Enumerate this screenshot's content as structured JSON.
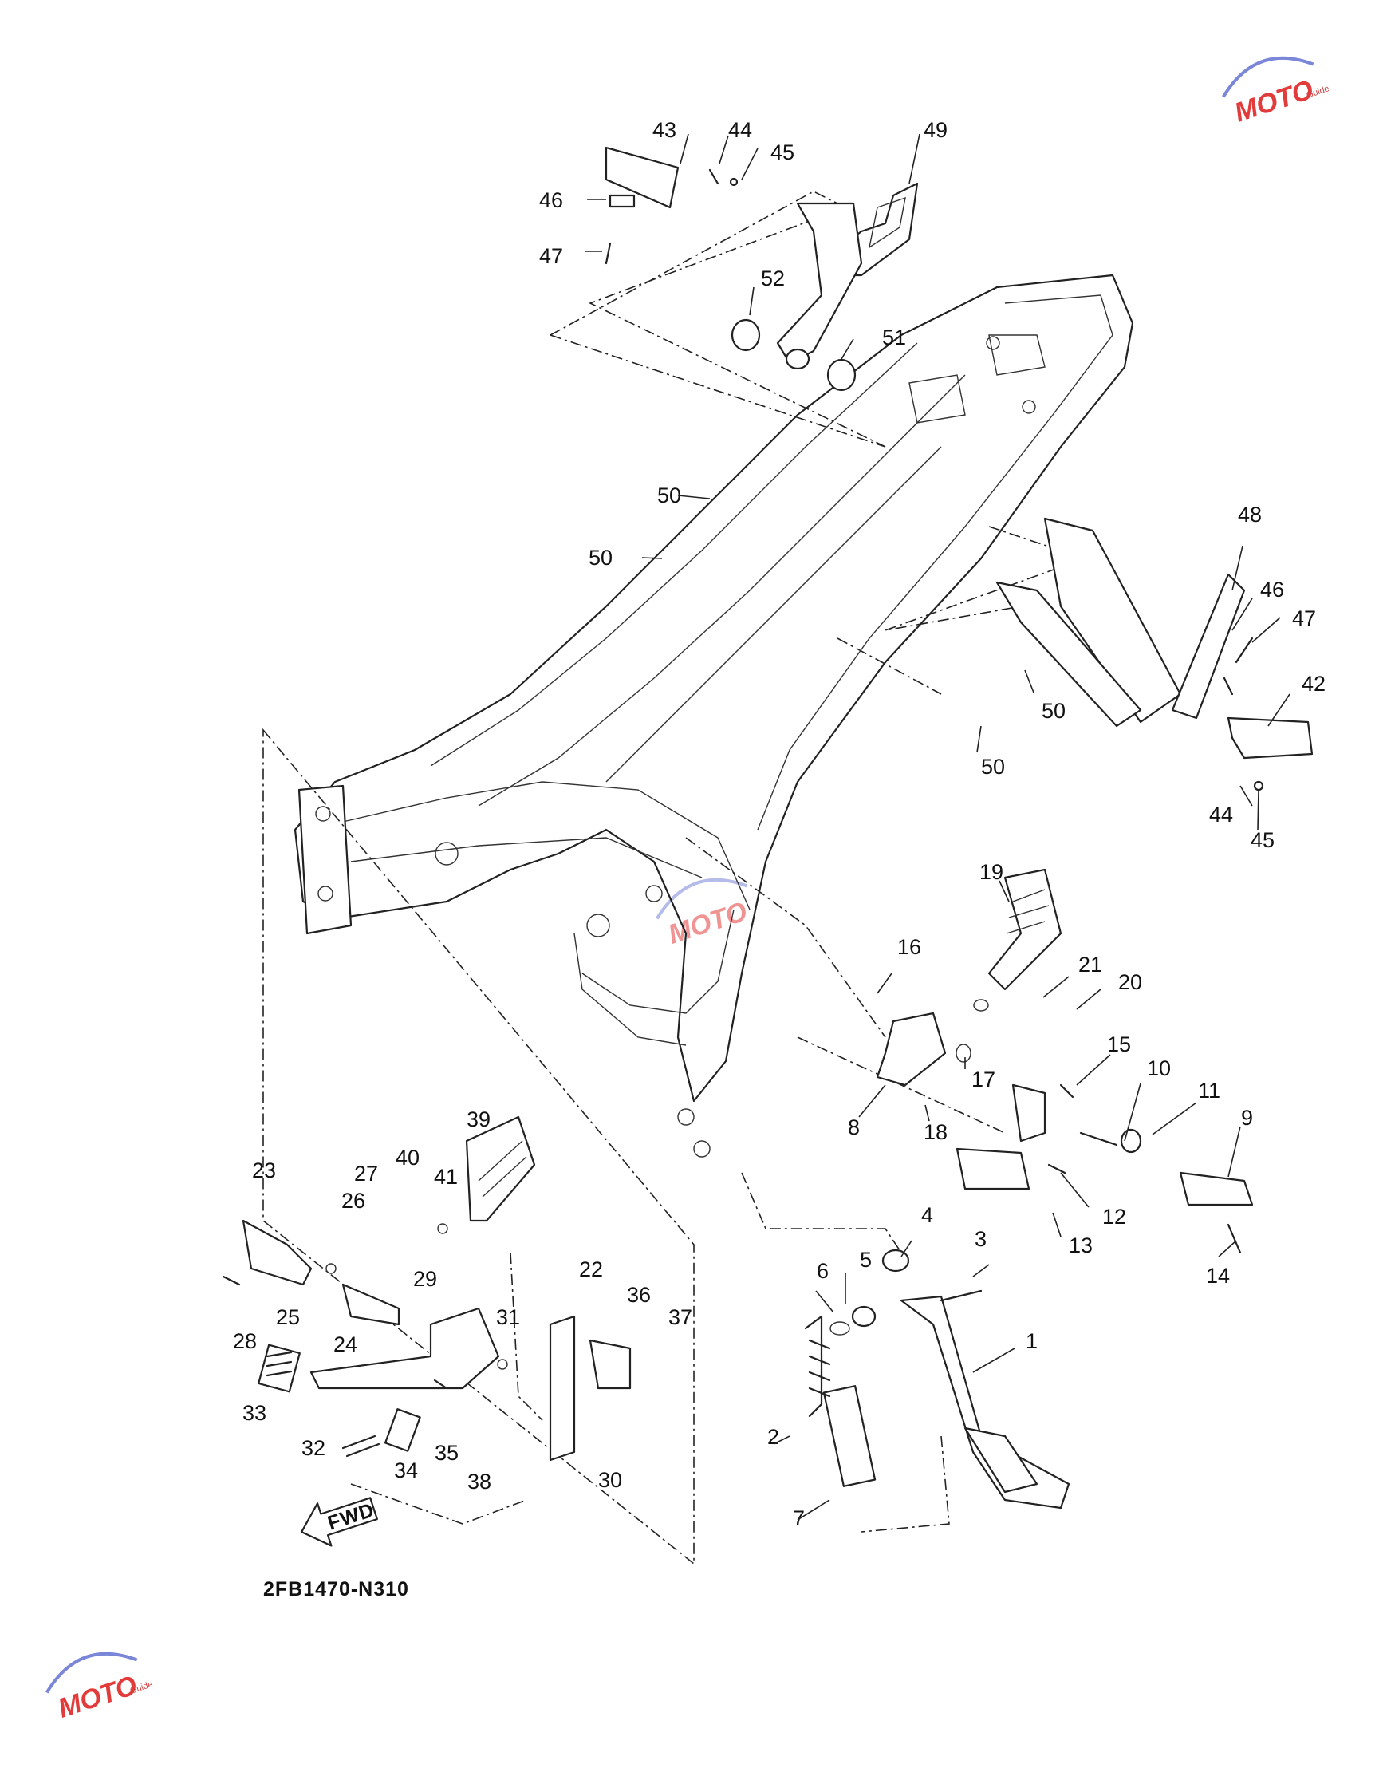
{
  "diagram_code": "2FB1470-N310",
  "direction_label": "FWD",
  "watermark": {
    "text": "MOTO",
    "sub": "Guide",
    "color": "#e23b3b"
  },
  "callouts": [
    "1",
    "2",
    "3",
    "4",
    "5",
    "6",
    "7",
    "8",
    "9",
    "10",
    "11",
    "12",
    "13",
    "14",
    "15",
    "16",
    "17",
    "18",
    "19",
    "20",
    "21",
    "22",
    "23",
    "24",
    "25",
    "26",
    "27",
    "28",
    "29",
    "30",
    "31",
    "32",
    "33",
    "34",
    "35",
    "36",
    "37",
    "38",
    "39",
    "40",
    "41",
    "42",
    "43",
    "44",
    "45",
    "46",
    "47",
    "48",
    "49",
    "50",
    "51",
    "52"
  ]
}
